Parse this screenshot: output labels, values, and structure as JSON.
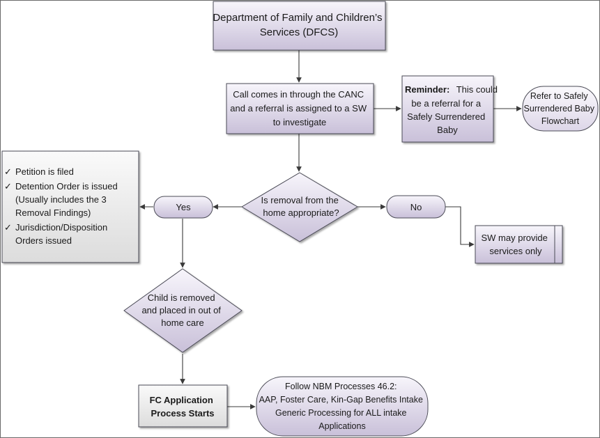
{
  "diagram": {
    "nodes": {
      "dfcs": {
        "lines": [
          "Department of Family and Children’s",
          "Services (DFCS)"
        ]
      },
      "call": {
        "lines": [
          "Call comes in through the CANC",
          "and a referral is assigned to a SW",
          "to investigate"
        ]
      },
      "reminder": {
        "bold": "Reminder:",
        "lines": [
          "This could",
          "be a referral for a",
          "Safely Surrendered",
          "Baby"
        ]
      },
      "refer": {
        "lines": [
          "Refer to Safely",
          "Surrendered Baby",
          "Flowchart"
        ]
      },
      "removal": {
        "lines": [
          "Is removal from the",
          "home appropriate?"
        ]
      },
      "yes": {
        "label": "Yes"
      },
      "no": {
        "label": "No"
      },
      "sw_services": {
        "lines": [
          "SW may provide",
          "services only"
        ]
      },
      "petition": {
        "items": [
          {
            "check": "✓",
            "lines": [
              "Petition is filed"
            ]
          },
          {
            "check": "✓",
            "lines": [
              "Detention Order is issued",
              "(Usually includes the 3",
              "Removal Findings)"
            ]
          },
          {
            "check": "✓",
            "lines": [
              "Jurisdiction/Disposition",
              "Orders issued"
            ]
          }
        ]
      },
      "child": {
        "lines": [
          "Child is removed",
          "and placed in out of",
          "home care"
        ]
      },
      "fc_app": {
        "lines": [
          "FC Application",
          "Process Starts"
        ]
      },
      "follow": {
        "lines": [
          "Follow NBM Processes 46.2:",
          "AAP, Foster Care, Kin-Gap Benefits Intake",
          "Generic Processing for ALL intake",
          "Applications"
        ]
      }
    },
    "colors": {
      "fill_top": "#f7f5fb",
      "fill_bottom": "#c9c0d9",
      "stroke": "#4a4a55",
      "arrow": "#3a3a3a"
    }
  }
}
